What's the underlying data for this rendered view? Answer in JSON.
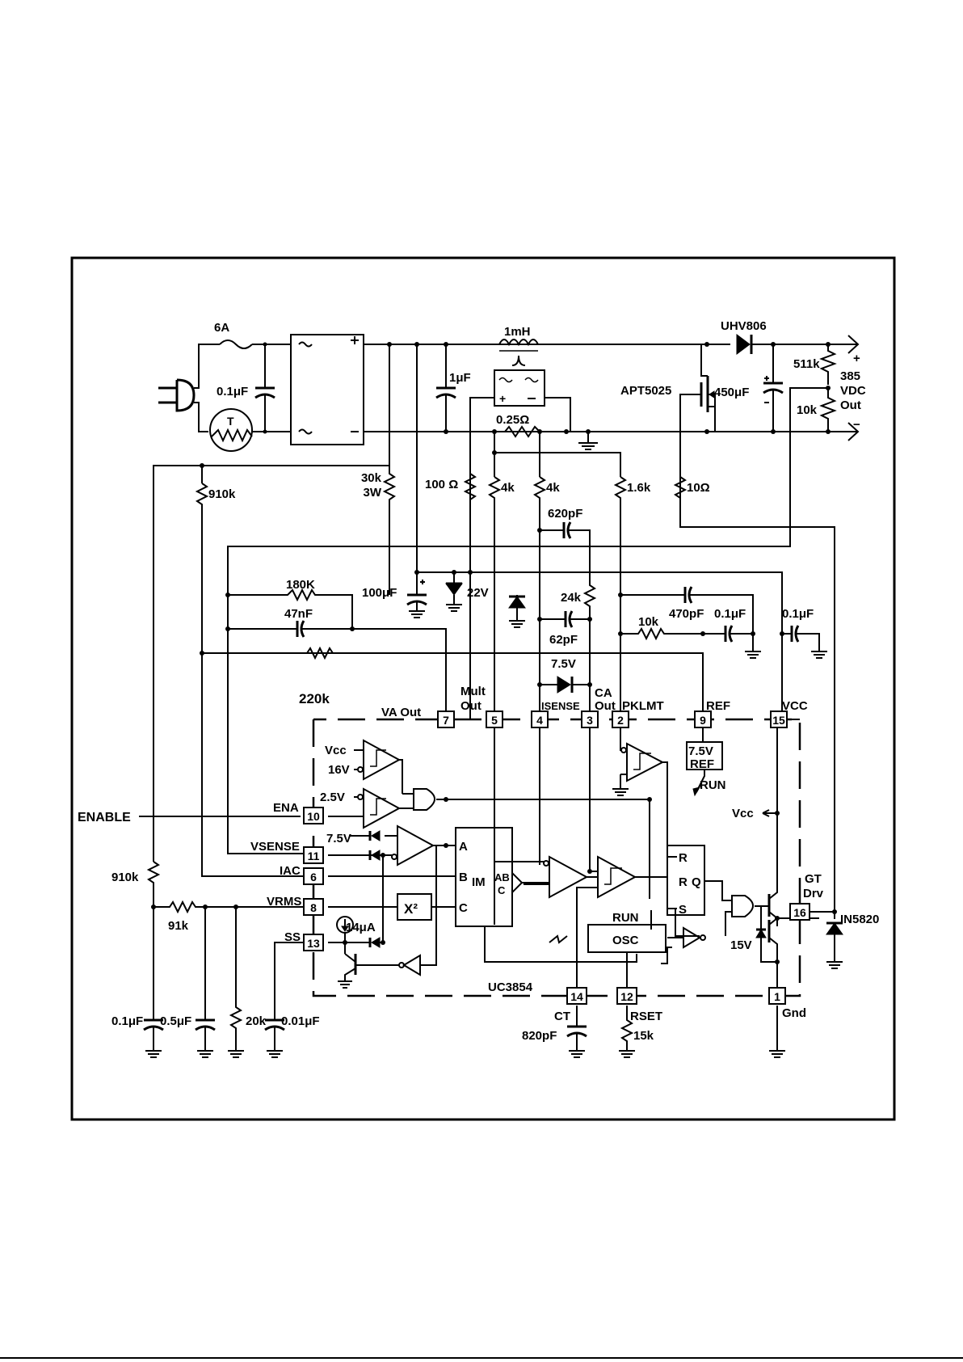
{
  "labels": {
    "fuse": "6A",
    "c_line": "0.1μF",
    "thermistor": "T",
    "inductor": "1mH",
    "c_bus": "1μF",
    "diode_boost": "UHV806",
    "mosfet": "APT5025",
    "c_out": "450μF",
    "r_div_top": "511k",
    "r_div_bot": "10k",
    "out_plus": "+",
    "out_v": "385",
    "out_vdc": "VDC",
    "out_out": "Out",
    "out_minus": "−",
    "r_shunt": "0.25Ω",
    "r_30k": "30k",
    "r_3w": "3W",
    "r_100": "100 Ω",
    "r_4k_a": "4k",
    "r_4k_b": "4k",
    "r_1_6k": "1.6k",
    "r_10ohm": "10Ω",
    "r_910k_top": "910k",
    "c_620p": "620pF",
    "r_180k": "180K",
    "c_47n": "47nF",
    "c_100u": "100μF",
    "z_22v": "22V",
    "r_24k": "24k",
    "c_62p": "62pF",
    "c_470p": "470pF",
    "c_0_1u_a": "0.1μF",
    "r_10k_ref": "10k",
    "c_0_1u_vcc": "0.1μF",
    "z_7_5v": "7.5V",
    "r_220k": "220k",
    "pin_va_out": "VA  Out",
    "pin_mult_a": "Mult",
    "pin_mult_b": "Out",
    "pin_isense": "ISENSE",
    "pin_ca_a": "CA",
    "pin_ca_b": "Out",
    "pin_pklmt": "PKLMT",
    "pin_ref": "REF",
    "pin_vcc": "VCC",
    "cmp_vcc": "Vcc",
    "cmp_16v": "16V",
    "cmp_2_5v": "2.5V",
    "ref_block_a": "7.5V",
    "ref_block_b": "REF",
    "run_a": "RUN",
    "enable": "ENABLE",
    "pin_ena": "ENA",
    "pin_vsense": "VSENSE",
    "clamp_7_5v": "7.5V",
    "vcc_arrow": "Vcc",
    "mult_a": "A",
    "mult_b": "B",
    "mult_c": "C",
    "mult_im": "IM",
    "mult_ab": "AB",
    "mult_cd": "C",
    "ff_r1": "R",
    "ff_r2": "R",
    "ff_q": "Q",
    "ff_s": "S",
    "pin_iac": "IAC",
    "r_910k_left": "910k",
    "r_91k": "91k",
    "pin_vrms": "VRMS",
    "square": "X²",
    "pin_ss": "SS",
    "i_14u": "14μA",
    "run_b": "RUN",
    "osc": "OSC",
    "gt_a": "GT",
    "gt_b": "Drv",
    "diode_clamp": "IN5820",
    "z_15v": "15V",
    "chip": "UC3854",
    "gnd": "Gnd",
    "ct": "CT",
    "c_820p": "820pF",
    "rset": "RSET",
    "r_15k": "15k",
    "c_0_1u_b": "0.1μF",
    "c_0_5u": "0.5μF",
    "r_20k": "20k",
    "c_0_01u": "0.01μF",
    "pins": {
      "p7": "7",
      "p5": "5",
      "p4": "4",
      "p3": "3",
      "p2": "2",
      "p9": "9",
      "p15": "15",
      "p10": "10",
      "p11": "11",
      "p6": "6",
      "p8": "8",
      "p13": "13",
      "p14": "14",
      "p12": "12",
      "p1": "1",
      "p16": "16"
    }
  }
}
